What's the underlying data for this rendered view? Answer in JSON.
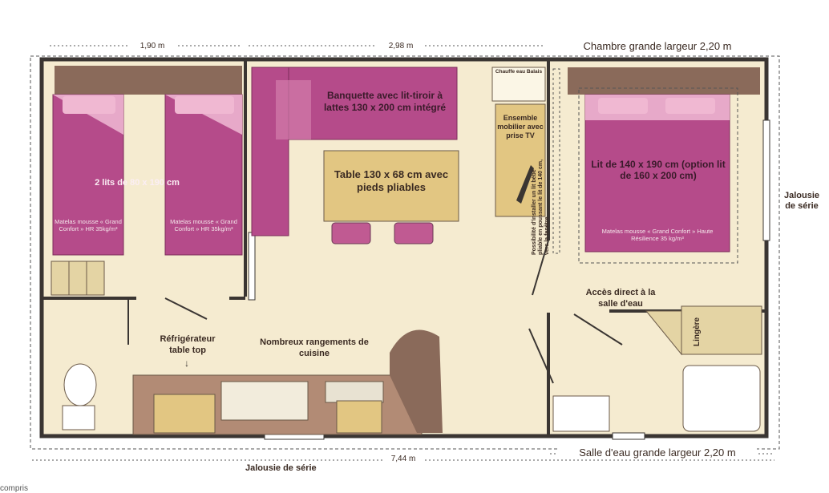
{
  "dimensions": {
    "width_left": "1,90 m",
    "width_middle": "2,98 m",
    "bedroom_width": "Chambre grande largeur 2,20 m",
    "total_length": "7,44 m",
    "bathroom_width": "Salle d'eau grande largeur 2,20 m"
  },
  "rooms": {
    "twin_beds": "2 lits de 80 x 190 cm",
    "mattress_left": "Matelas mousse « Grand Confort » HR 35kg/m³",
    "mattress_right": "Matelas mousse « Grand Confort » HR 35kg/m³",
    "banquette": "Banquette avec lit-tiroir à lattes 130 x 200 cm intégré",
    "table": "Table 130 x 68 cm avec pieds pliables",
    "water_heater": "Chauffe eau Balais",
    "tv_unit": "Ensemble mobilier avec prise TV",
    "extra_bed_note": "Possibilité d'installer un lit bébé pliable en poussant le lit de 140 cm, vers la fenêtre",
    "double_bed": "Lit de 140 x 190 cm (option lit de 160 x 200 cm)",
    "mattress_double": "Matelas mousse « Grand Confort » Haute Résilience 35 kg/m³",
    "bathroom_access": "Accès direct à la salle d'eau",
    "linen": "Lingère",
    "fridge": "Réfrigérateur table top",
    "kitchen_storage": "Nombreux rangements de cuisine"
  },
  "blinds": {
    "right": "Jalousie de série",
    "bottom": "Jalousie de série"
  },
  "footer_fragment": "compris"
}
